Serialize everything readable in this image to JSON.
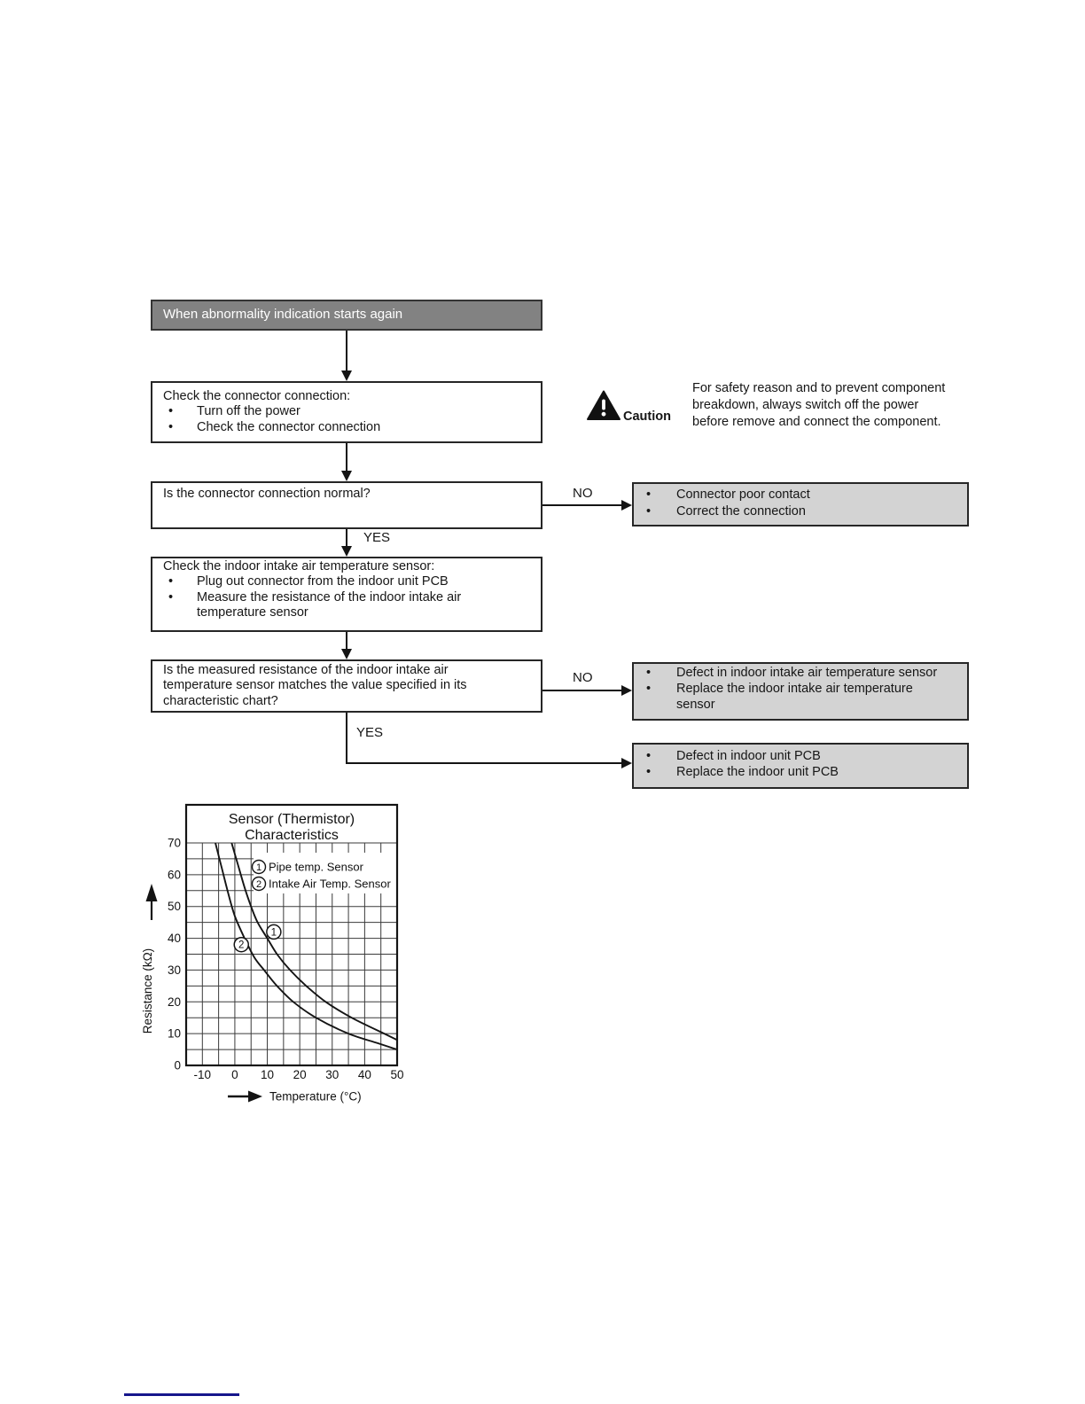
{
  "glyphs": {
    "bullet": "•"
  },
  "flowchart": {
    "start_label": "When abnormality indication starts again",
    "no_label": "NO",
    "yes_label": "YES",
    "check_connector": {
      "title": "Check the connector connection:",
      "bullets": [
        "Turn off the power",
        "Check the connector connection"
      ]
    },
    "caution": {
      "label": "Caution",
      "lines": [
        "For safety reason and to prevent component",
        "breakdown, always switch off the power",
        "before remove and connect the component."
      ]
    },
    "q_connector": "Is the connector connection normal?",
    "result_connector": {
      "bullets": [
        "Connector poor contact",
        "Correct the connection"
      ]
    },
    "check_sensor": {
      "title": "Check the indoor intake air temperature sensor:",
      "bullets_lines": [
        [
          "Plug out connector from the indoor unit PCB"
        ],
        [
          "Measure the resistance of the indoor intake air",
          "temperature sensor"
        ]
      ]
    },
    "q_resistance_lines": [
      "Is the measured resistance of the indoor intake air",
      "temperature sensor matches the value specified in its",
      "characteristic chart?"
    ],
    "result_sensor": {
      "bullets_lines": [
        [
          "Defect in indoor intake air temperature sensor"
        ],
        [
          "Replace the indoor intake air temperature",
          "sensor"
        ]
      ]
    },
    "result_pcb": {
      "bullets": [
        "Defect in indoor unit PCB",
        "Replace the indoor unit PCB"
      ]
    }
  },
  "chart_data": {
    "type": "line",
    "title": "Sensor (Thermistor) Characteristics",
    "title_lines": [
      "Sensor (Thermistor)",
      "Characteristics"
    ],
    "xlabel": "Temperature (°C)",
    "ylabel": "Resistance (kΩ)",
    "xlim": [
      -15,
      50
    ],
    "ylim": [
      0,
      70
    ],
    "grid_step": 5,
    "grid": true,
    "legend_position": "inside-top-right",
    "x_ticks": [
      -10,
      0,
      10,
      20,
      30,
      40,
      50
    ],
    "y_ticks": [
      0,
      10,
      20,
      30,
      40,
      50,
      60,
      70
    ],
    "legend": [
      {
        "num": "1",
        "label": "Pipe temp. Sensor"
      },
      {
        "num": "2",
        "label": "Intake Air Temp. Sensor"
      }
    ],
    "series": [
      {
        "name": "Pipe temp. Sensor",
        "marker_num": "1",
        "marker_at": [
          12,
          42
        ],
        "points": [
          [
            -1,
            70
          ],
          [
            1,
            63
          ],
          [
            3,
            56
          ],
          [
            5,
            50
          ],
          [
            7,
            45
          ],
          [
            10,
            40
          ],
          [
            13,
            35
          ],
          [
            17,
            30
          ],
          [
            22,
            25
          ],
          [
            28,
            20
          ],
          [
            36,
            15
          ],
          [
            46,
            10
          ],
          [
            50,
            8
          ]
        ]
      },
      {
        "name": "Intake Air Temp. Sensor",
        "marker_num": "2",
        "marker_at": [
          2,
          38
        ],
        "points": [
          [
            -6,
            70
          ],
          [
            -4,
            62
          ],
          [
            -2,
            54
          ],
          [
            0,
            47
          ],
          [
            3,
            40
          ],
          [
            6,
            34
          ],
          [
            9,
            30
          ],
          [
            13,
            25
          ],
          [
            18,
            20
          ],
          [
            25,
            15
          ],
          [
            35,
            10
          ],
          [
            44,
            7
          ],
          [
            50,
            5
          ]
        ]
      }
    ]
  }
}
